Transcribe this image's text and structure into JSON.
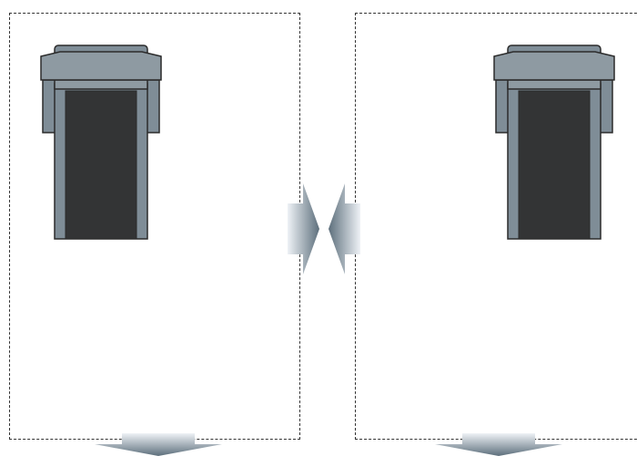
{
  "diagram": {
    "layout": "two-dashed-zones",
    "zones": [
      {
        "id": "left",
        "style": "dashed-border"
      },
      {
        "id": "right",
        "style": "dashed-border"
      }
    ],
    "equipment": [
      {
        "zone": "left",
        "icon": "treadmill-icon"
      },
      {
        "zone": "right",
        "icon": "treadmill-icon"
      }
    ],
    "arrows": [
      {
        "direction": "right",
        "icon": "arrow-right-icon"
      },
      {
        "direction": "left",
        "icon": "arrow-left-icon"
      },
      {
        "direction": "down",
        "icon": "arrow-down-icon",
        "zone": "left"
      },
      {
        "direction": "down",
        "icon": "arrow-down-icon",
        "zone": "right"
      }
    ],
    "colors": {
      "equipment_frame": "#7f8d97",
      "equipment_belt": "#333435",
      "outline": "#2b2b2b",
      "arrow_light": "#eef2f6",
      "arrow_dark": "#5d6f7c",
      "zone_border": "#333333"
    }
  }
}
